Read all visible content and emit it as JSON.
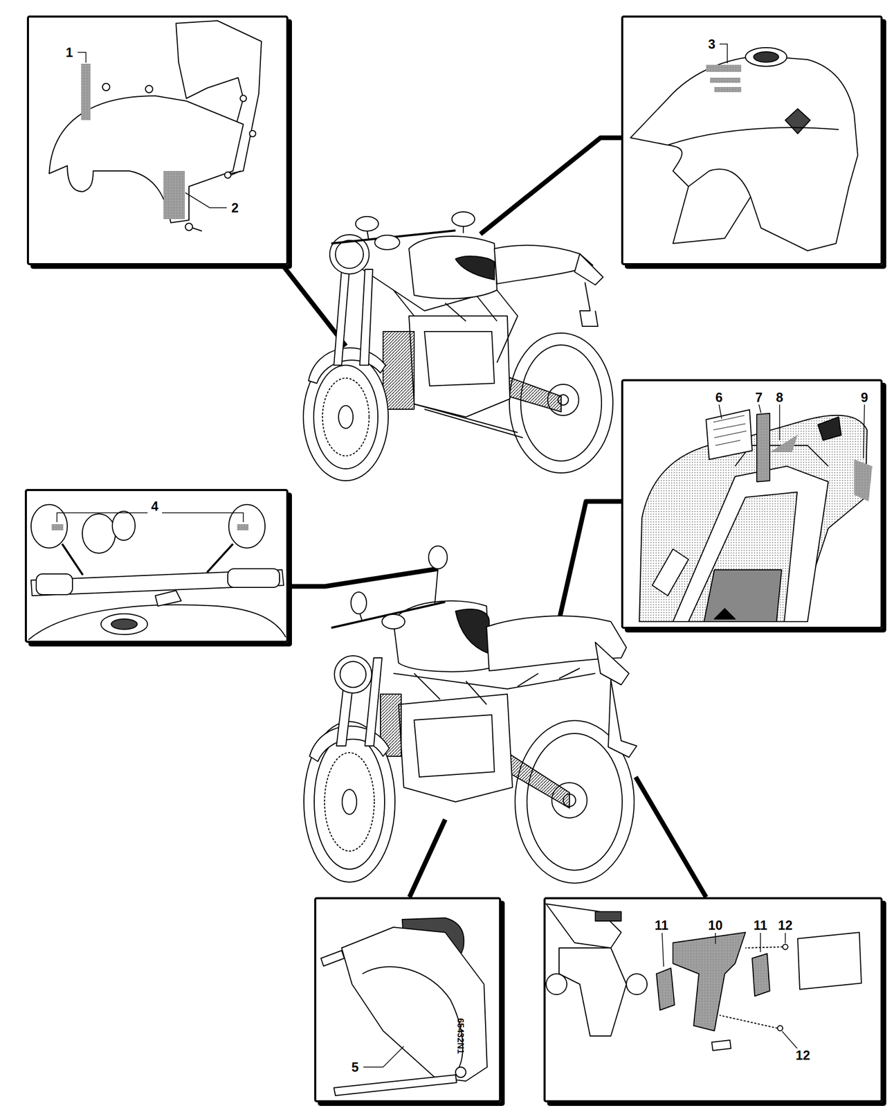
{
  "diagram": {
    "nodes": [
      {
        "text": [
          "1",
          "2"
        ]
      },
      {
        "text": [
          "3"
        ]
      },
      {
        "text": [
          "6",
          "7",
          "8",
          "9"
        ]
      },
      {
        "text": [
          "4"
        ]
      },
      {
        "text": [
          "65432N1",
          "5"
        ]
      },
      {
        "text": [
          "11",
          "10",
          "11",
          "12",
          "12"
        ]
      }
    ]
  }
}
